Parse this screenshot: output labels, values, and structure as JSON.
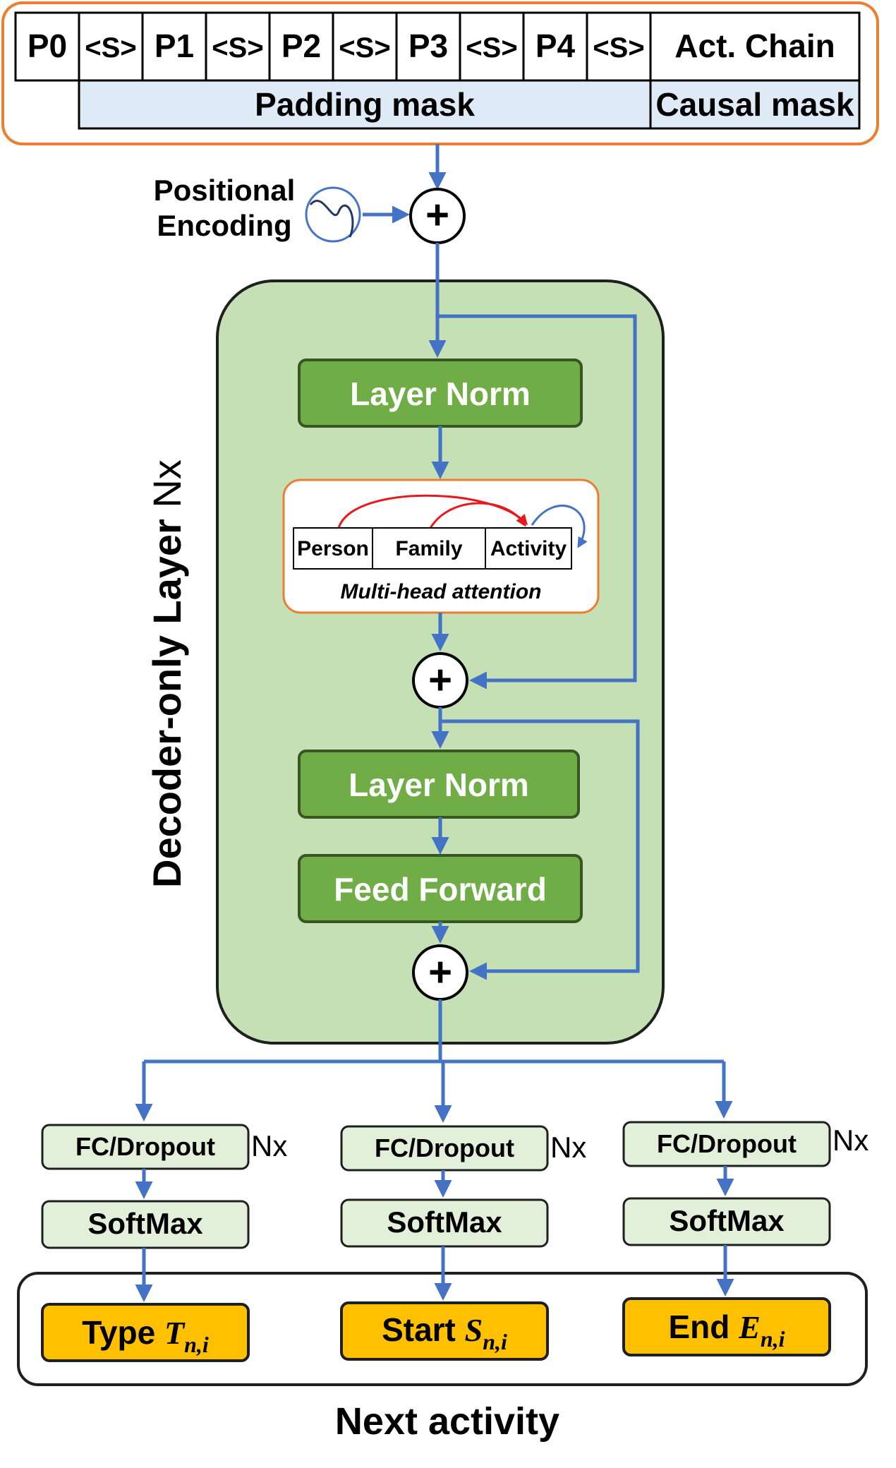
{
  "input_tokens": [
    "P0",
    "<S>",
    "P1",
    "<S>",
    "P2",
    "<S>",
    "P3",
    "<S>",
    "P4",
    "<S>",
    "Act. Chain"
  ],
  "masks": {
    "padding": "Padding mask",
    "causal": "Causal mask"
  },
  "positional_encoding": {
    "line1": "Positional",
    "line2": "Encoding"
  },
  "adder_symbol": "+",
  "decoder": {
    "label_main": "Decoder-only Layer",
    "label_suffix": " Nx",
    "layer_norm_1": "Layer Norm",
    "layer_norm_2": "Layer Norm",
    "feed_forward": "Feed Forward",
    "attention": {
      "tokens": [
        "Person",
        "Family",
        "Activity"
      ],
      "caption": "Multi-head attention"
    }
  },
  "heads": [
    {
      "fc": "FC/Dropout",
      "repeat": "Nx",
      "softmax": "SoftMax",
      "output_word": "Type ",
      "output_var": "T",
      "output_sub": "n,i"
    },
    {
      "fc": "FC/Dropout",
      "repeat": "Nx",
      "softmax": "SoftMax",
      "output_word": "Start ",
      "output_var": "S",
      "output_sub": "n,i"
    },
    {
      "fc": "FC/Dropout",
      "repeat": "Nx",
      "softmax": "SoftMax",
      "output_word": "End ",
      "output_var": "E",
      "output_sub": "n,i"
    }
  ],
  "next_activity": "Next activity",
  "colors": {
    "arrow_blue": "#4472C4",
    "attention_red": "#E8191E",
    "input_frame_orange": "#ED7D31",
    "decoder_fill": "#C5E0B4",
    "block_green": "#70AD47",
    "mask_fill": "#DEEBF7",
    "head_fill": "#E2F0D9",
    "output_gold": "#FFC000"
  }
}
